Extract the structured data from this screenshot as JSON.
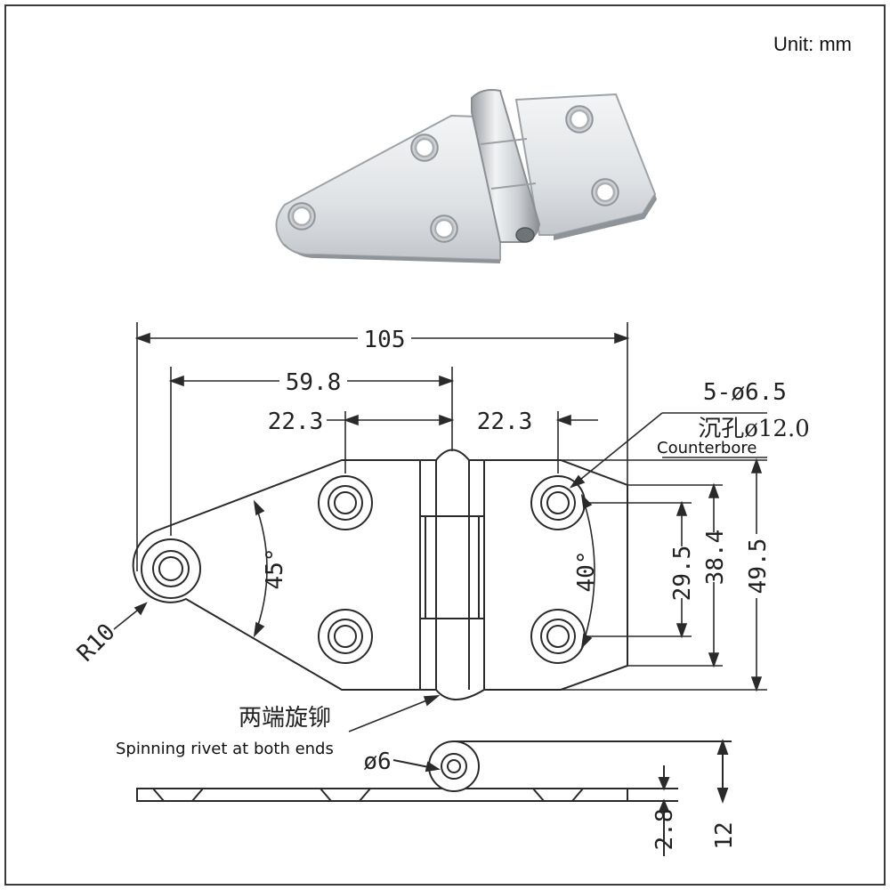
{
  "unit_label": "Unit: mm",
  "dimensions": {
    "overall_length": "105",
    "pivot_to_hinge_axis": "59.8",
    "left_hole_offset": "22.3",
    "right_hole_offset": "22.3",
    "hole_spec": "5-ø6.5",
    "counterbore_spec_cn": "沉孔ø12.0",
    "counterbore_spec_en": "Counterbore",
    "left_angle": "45°",
    "right_angle": "40°",
    "hole_spacing_inner": "29.5",
    "hole_spacing_outer": "38.4",
    "overall_height": "49.5",
    "radius": "R10",
    "pin_diameter": "ø6",
    "plate_thickness": "2.8",
    "knuckle_height": "12"
  },
  "notes": {
    "rivet_cn": "两端旋铆",
    "rivet_en": "Spinning rivet at both ends"
  },
  "colors": {
    "line": "#2a2a2a",
    "metal_light": "#eceef0",
    "metal_mid": "#c8ccd0",
    "metal_dark": "#8e9297",
    "frame": "#3a3a3a"
  }
}
